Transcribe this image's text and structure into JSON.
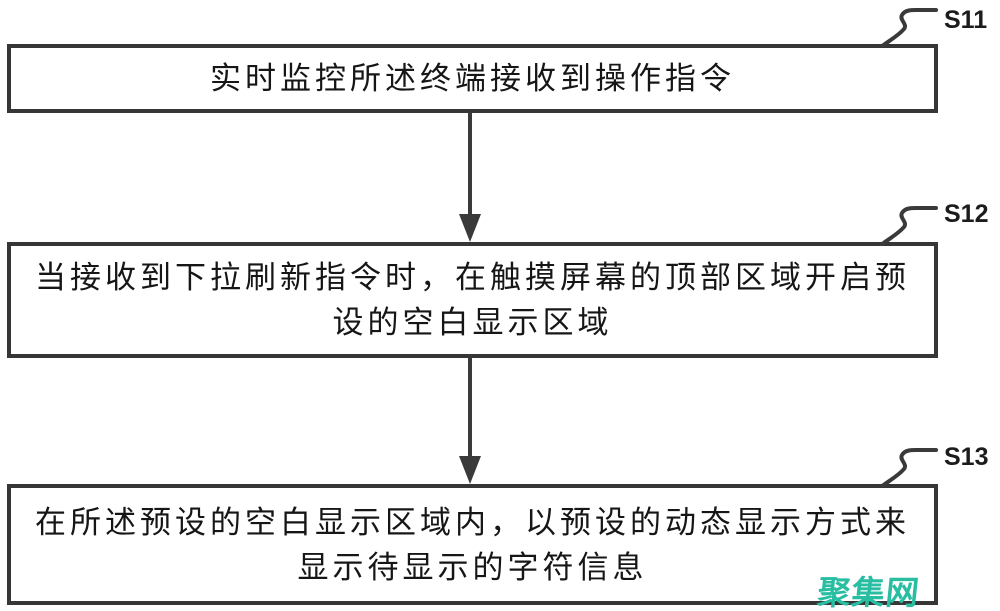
{
  "diagram": {
    "title": "pull-down refresh display method flowchart",
    "background_color": "#ffffff",
    "box_border_color": "#363636",
    "text_color": "#161616",
    "arrow_color": "#3a3a3a",
    "steps": [
      {
        "id": "S11",
        "lines": [
          "实时监控所述终端接收到操作指令"
        ]
      },
      {
        "id": "S12",
        "lines": [
          "当接收到下拉刷新指令时，在触摸屏幕的顶部区域开启预",
          "设的空白显示区域"
        ]
      },
      {
        "id": "S13",
        "lines": [
          "在所述预设的空白显示区域内，以预设的动态显示方式来",
          "显示待显示的字符信息"
        ]
      }
    ],
    "watermark": {
      "text": "聚集网",
      "color": "#29bda1"
    }
  }
}
